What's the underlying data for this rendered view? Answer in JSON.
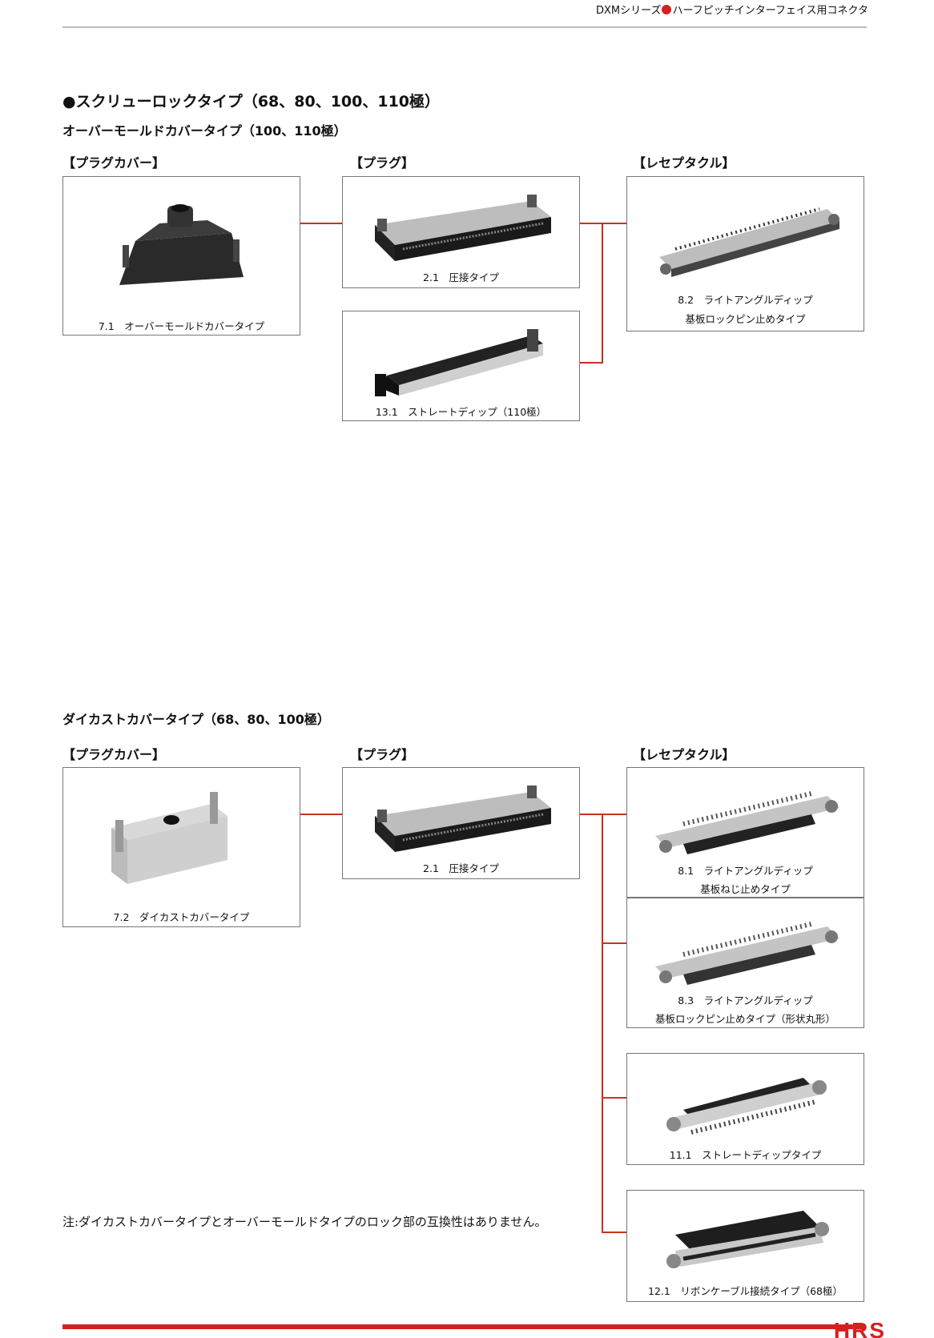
{
  "header": {
    "series": "DXMシリーズ",
    "desc": "ハーフピッチインターフェイス用コネクタ"
  },
  "section1": {
    "title": "●スクリューロックタイプ（68、80、100、110極）",
    "subtitle": "オーバーモールドカバータイプ（100、110極）",
    "col_cover": "【プラグカバー】",
    "col_plug": "【プラグ】",
    "col_receptacle": "【レセプタクル】",
    "cover_caption": "7.1　オーバーモールドカバータイプ",
    "plug_caption_1": "2.1　圧接タイプ",
    "plug_caption_2": "13.1　ストレートディップ（110極）",
    "rec_caption_line1": "8.2　ライトアングルディップ",
    "rec_caption_line2": "基板ロックピン止めタイプ"
  },
  "section2": {
    "subtitle": "ダイカストカバータイプ（68、80、100極）",
    "col_cover": "【プラグカバー】",
    "col_plug": "【プラグ】",
    "col_receptacle": "【レセプタクル】",
    "cover_caption": "7.2　ダイカストカバータイプ",
    "plug_caption": "2.1　圧接タイプ",
    "rec1_line1": "8.1　ライトアングルディップ",
    "rec1_line2": "基板ねじ止めタイプ",
    "rec2_line1": "8.3　ライトアングルディップ",
    "rec2_line2": "基板ロックピン止めタイプ（形状丸形）",
    "rec3_caption": "11.1　ストレートディップタイプ",
    "rec4_caption": "12.1　リボンケーブル接続タイプ（68極）"
  },
  "note": "注:ダイカストカバータイプとオーバーモールドタイプのロック部の互換性はありません。",
  "footer": {
    "logo": "HRS"
  },
  "colors": {
    "accent": "#d71f1f",
    "connector_line": "#c8321e"
  }
}
